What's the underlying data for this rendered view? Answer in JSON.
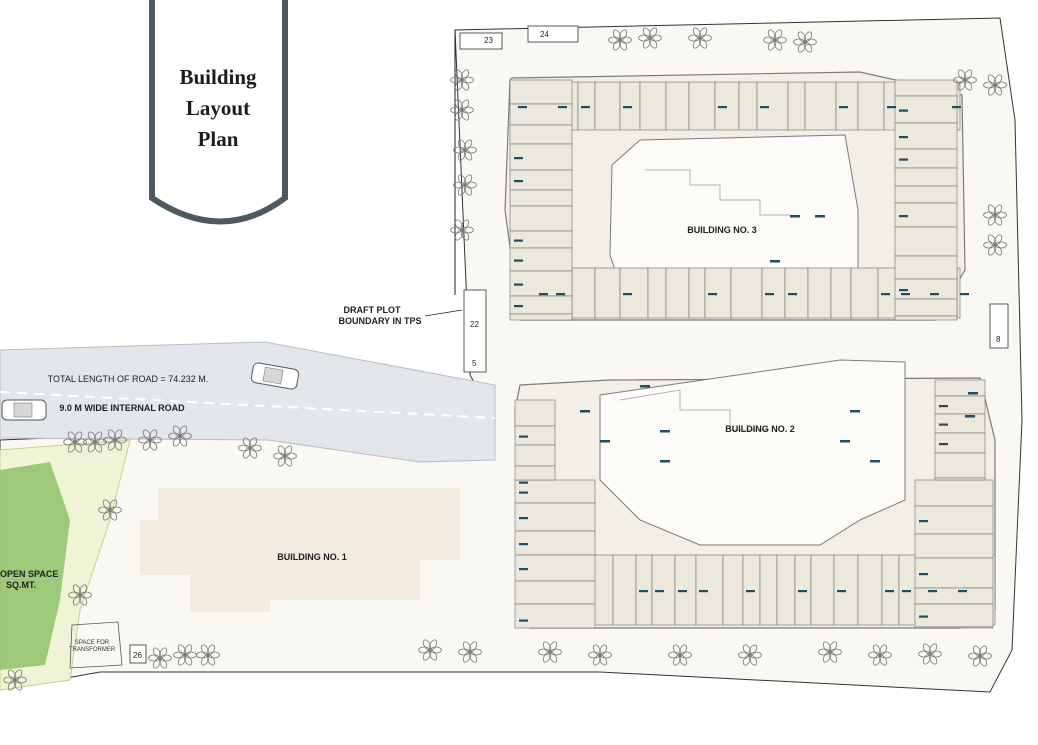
{
  "banner": {
    "line1": "Building",
    "line2": "Layout",
    "line3": "Plan"
  },
  "labels": {
    "building3": "BUILDING NO. 3",
    "building2": "BUILDING NO. 2",
    "building1": "BUILDING NO. 1",
    "draft_line1": "DRAFT PLOT",
    "draft_line2": "BOUNDARY IN TPS",
    "road_length": "TOTAL LENGTH OF ROAD = 74.232 M.",
    "road_width": "9.0 M WIDE INTERNAL ROAD",
    "open_space_line1": "OPEN SPACE",
    "open_space_line2": "SQ.MT.",
    "transformer_line1": "SPACE FOR",
    "transformer_line2": "TRANSFORMER"
  },
  "plot_markers": {
    "m24": "24",
    "m23": "23",
    "m22": "22",
    "m5": "5",
    "m8": "8",
    "m26": "26"
  },
  "colors": {
    "banner_border": "#4c5a60",
    "site_fill": "#f9f7f1",
    "road": "#e4e7ea",
    "green": "#eef2cc",
    "wall": "#8a8a8a",
    "unit": "#efece3",
    "label_tag": "#1f4e63"
  }
}
